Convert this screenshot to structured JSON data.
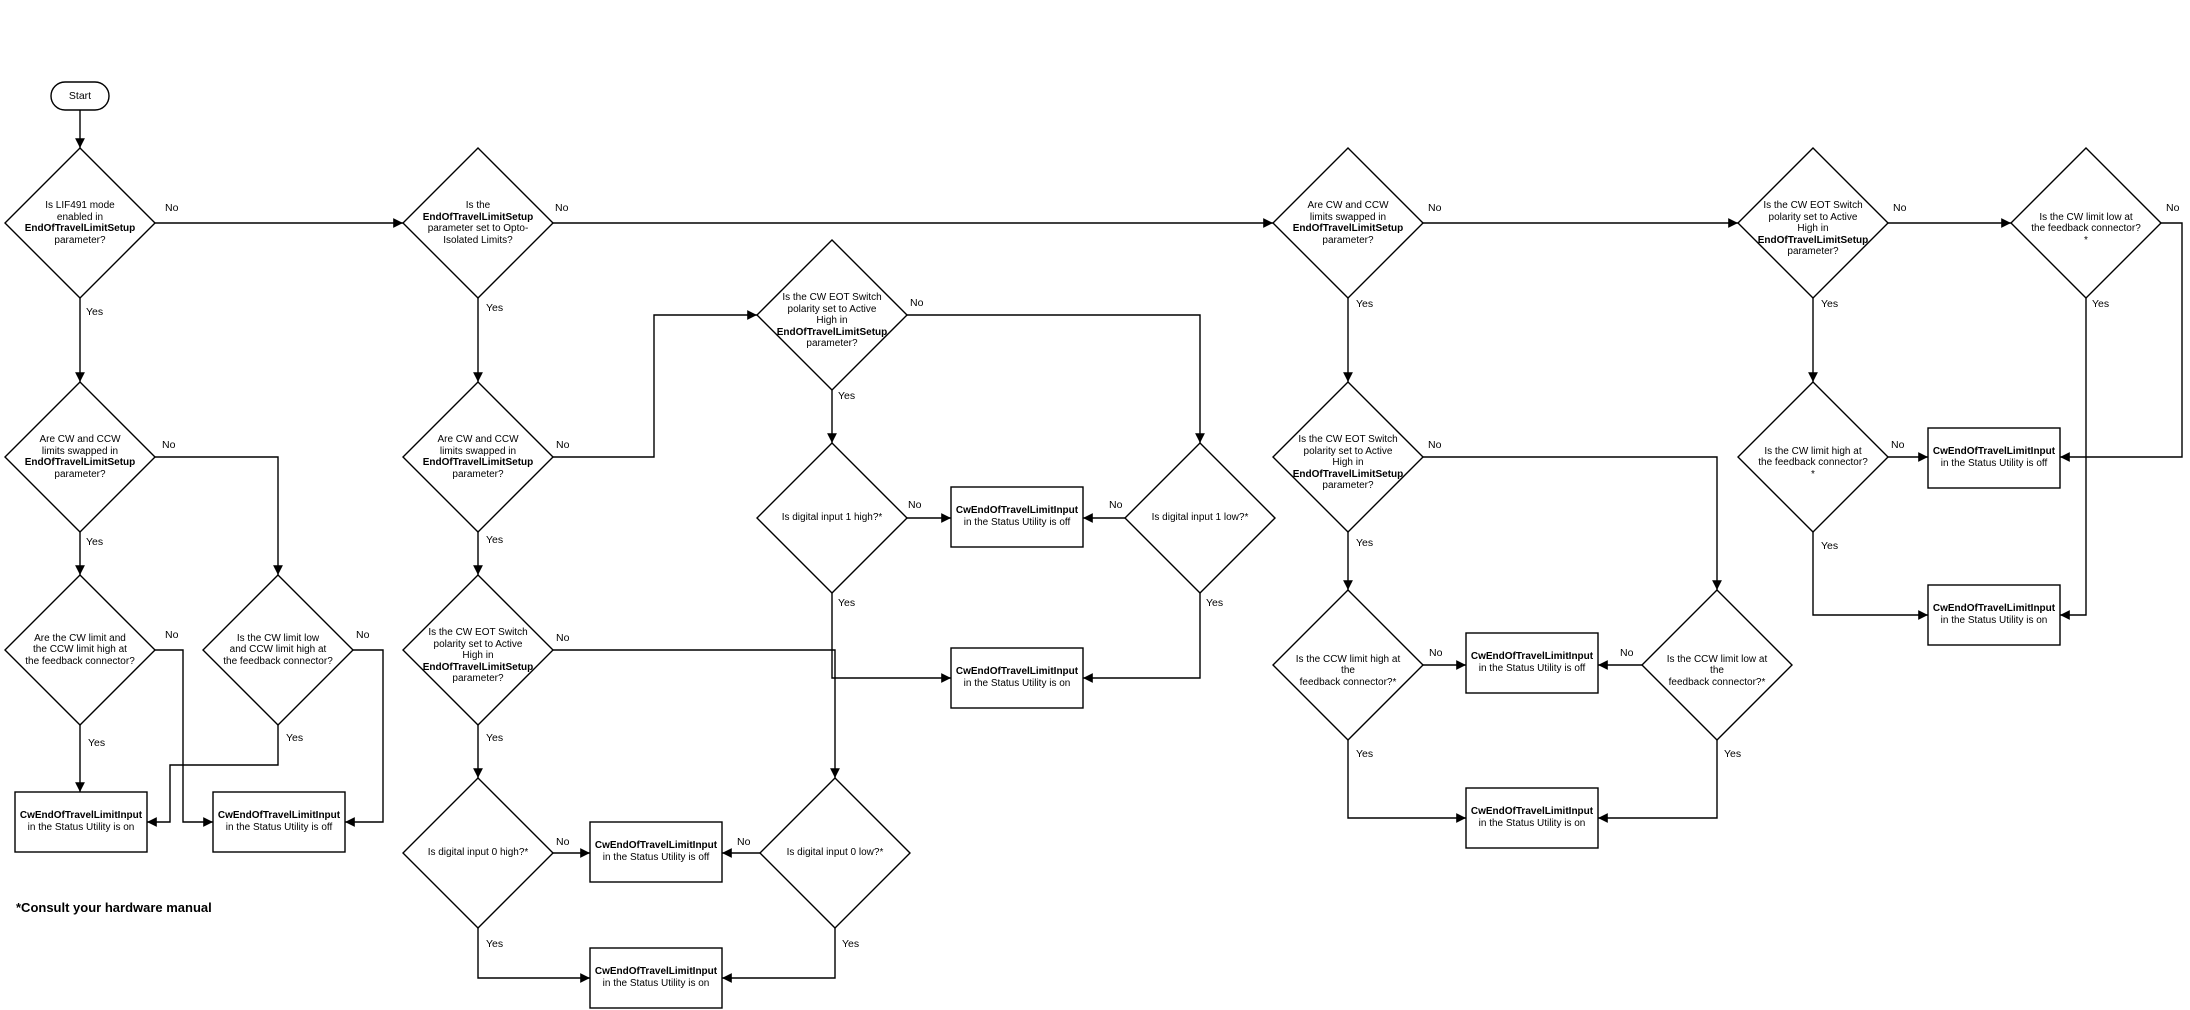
{
  "start_label": "Start",
  "footnote": "*Consult your hardware manual",
  "decisions": {
    "d1": {
      "lines": [
        "Is LIF491 mode",
        "enabled in",
        "**EndOfTravelLimitSetup",
        "parameter?"
      ]
    },
    "d2": {
      "lines": [
        "Are CW and CCW",
        "limits swapped in",
        "**EndOfTravelLimitSetup",
        "parameter?"
      ]
    },
    "d3": {
      "lines": [
        "Are the CW limit and",
        "the CCW limit high at",
        "the feedback connector?"
      ]
    },
    "d4": {
      "lines": [
        "Is the CW limit low",
        "and CCW limit high at",
        "the feedback connector?"
      ]
    },
    "d5": {
      "lines": [
        "Is the",
        "**EndOfTravelLimitSetup",
        "parameter set to Opto-",
        "Isolated Limits?"
      ]
    },
    "d6": {
      "lines": [
        "Are CW and CCW",
        "limits swapped in",
        "**EndOfTravelLimitSetup",
        "parameter?"
      ]
    },
    "d7": {
      "lines": [
        "Is the CW EOT Switch",
        "polarity set to Active High in",
        "**EndOfTravelLimitSetup",
        "parameter?"
      ]
    },
    "d8": {
      "lines": [
        "Is digital input 0 high?*"
      ]
    },
    "d9": {
      "lines": [
        "Is digital input 0 low?*"
      ]
    },
    "d10": {
      "lines": [
        "Is the CW EOT Switch",
        "polarity set to Active High in",
        "**EndOfTravelLimitSetup",
        "parameter?"
      ]
    },
    "d11": {
      "lines": [
        "Is digital input 1 high?*"
      ]
    },
    "d12": {
      "lines": [
        "Is digital input 1 low?*"
      ]
    },
    "d13": {
      "lines": [
        "Are CW and CCW",
        "limits swapped in",
        "**EndOfTravelLimitSetup",
        "parameter?"
      ]
    },
    "d14": {
      "lines": [
        "Is the CW EOT Switch",
        "polarity set to Active High in",
        "**EndOfTravelLimitSetup",
        "parameter?"
      ]
    },
    "d15": {
      "lines": [
        "Is the CCW limit high at the",
        "feedback connector?*"
      ]
    },
    "d16": {
      "lines": [
        "Is the CCW limit low at the",
        "feedback connector?*"
      ]
    },
    "d17": {
      "lines": [
        "Is the CW EOT Switch",
        "polarity set to Active High in",
        "**EndOfTravelLimitSetup",
        "parameter?"
      ]
    },
    "d18": {
      "lines": [
        "Is the CW limit low at",
        "the feedback connector?*"
      ]
    },
    "d19": {
      "lines": [
        "Is the CW limit high at",
        "the feedback connector?*"
      ]
    }
  },
  "boxes": {
    "b1": {
      "title": "CwEndOfTravelLimitInput",
      "subtitle": "in the Status Utility is on"
    },
    "b2": {
      "title": "CwEndOfTravelLimitInput",
      "subtitle": "in the Status Utility is off"
    },
    "b3": {
      "title": "CwEndOfTravelLimitInput",
      "subtitle": "in the Status Utility is off"
    },
    "b4": {
      "title": "CwEndOfTravelLimitInput",
      "subtitle": "in the Status Utility is on"
    },
    "b5": {
      "title": "CwEndOfTravelLimitInput",
      "subtitle": "in the Status Utility is off"
    },
    "b6": {
      "title": "CwEndOfTravelLimitInput",
      "subtitle": "in the Status Utility is on"
    },
    "b7": {
      "title": "CwEndOfTravelLimitInput",
      "subtitle": "in the Status Utility is off"
    },
    "b8": {
      "title": "CwEndOfTravelLimitInput",
      "subtitle": "in the Status Utility is on"
    },
    "b9": {
      "title": "CwEndOfTravelLimitInput",
      "subtitle": "in the Status Utility is off"
    },
    "b10": {
      "title": "CwEndOfTravelLimitInput",
      "subtitle": "in the Status Utility is on"
    }
  },
  "labels": {
    "no1": "No",
    "no2": "No",
    "no3": "No",
    "no4": "No",
    "no5": "No",
    "no6": "No",
    "no7": "No",
    "no8": "No",
    "no9": "No",
    "no10": "No",
    "no11": "No",
    "no12": "No",
    "no13": "No",
    "no14": "No",
    "no15": "No",
    "no16": "No",
    "no17": "No",
    "no18": "No",
    "no19": "No",
    "yes1": "Yes",
    "yes2": "Yes",
    "yes3": "Yes",
    "yes4": "Yes",
    "yes5": "Yes",
    "yes6": "Yes",
    "yes7": "Yes",
    "yes8": "Yes",
    "yes9": "Yes",
    "yes10": "Yes",
    "yes11": "Yes",
    "yes12": "Yes",
    "yes13": "Yes",
    "yes14": "Yes",
    "yes15": "Yes",
    "yes16": "Yes",
    "yes17": "Yes",
    "yes18": "Yes",
    "yes19": "Yes"
  }
}
